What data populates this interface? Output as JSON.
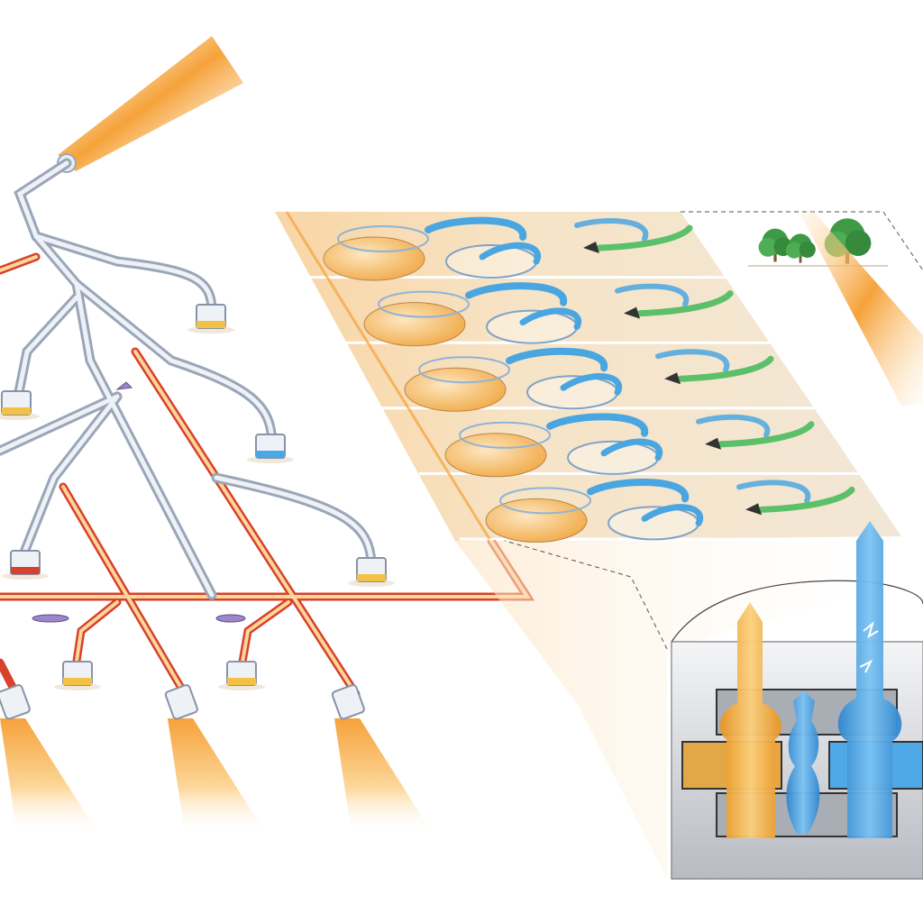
{
  "colors": {
    "background": "#ffffff",
    "pipe_gray": "#9aa6b8",
    "pipe_light": "#e6ebf2",
    "pipe_red": "#d8412b",
    "pipe_orange": "#f7b25a",
    "beam_orange": "#f6a23a",
    "beam_light": "#fde3b8",
    "panel_fill": "#f3d9ac",
    "loop_blue": "#4aa6e0",
    "loop_green": "#5cbf6a",
    "tank_orange": "#f3b14e",
    "tree_green": "#3f9a45",
    "pillar_orange": "#f2a531",
    "pillar_blue": "#3b9be0",
    "box_gray": "#c9ccd1",
    "terminal_yellow": "#f3c245",
    "terminal_blue": "#4aa8e8",
    "terminal_red": "#d8412b"
  },
  "network": {
    "icons": [
      "pipe-network-icon",
      "terminal-connector-icon",
      "spray-nozzle-icon",
      "beam-icon"
    ],
    "terminal_colors": [
      "yellow",
      "yellow",
      "blue",
      "red",
      "yellow",
      "yellow",
      "yellow"
    ],
    "nozzle_count": 4
  },
  "grid": {
    "rows": 5,
    "icons": [
      "tank-icon",
      "loop-icon",
      "arrow-icon"
    ]
  },
  "scene": {
    "tree_count": 3,
    "icons": [
      "tree-icon",
      "beam-icon"
    ]
  },
  "chamber": {
    "pillars": [
      "orange",
      "blue-small",
      "blue"
    ],
    "icons": [
      "pillar-icon",
      "box-icon"
    ]
  }
}
